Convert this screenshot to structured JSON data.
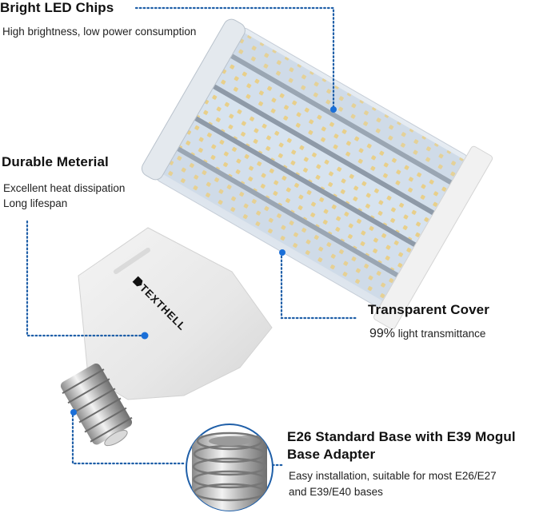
{
  "brand": "TEXTHELL",
  "accent_color": "#1a6fd8",
  "line_color": "#1f5fa8",
  "features": [
    {
      "id": "bright-led-chips",
      "title": "Bright LED Chips",
      "lines": [
        "High brightness, low power consumption"
      ]
    },
    {
      "id": "durable-material",
      "title": "Durable Meterial",
      "lines": [
        "Excellent heat dissipation",
        "Long lifespan"
      ]
    },
    {
      "id": "transparent-cover",
      "title": "Transparent Cover",
      "value": "99%",
      "lines": [
        "light transmittance"
      ]
    },
    {
      "id": "base-adapter",
      "title_lines": [
        "E26 Standard Base with E39 Mogul",
        "Base Adapter"
      ],
      "lines": [
        "Easy installation, suitable for most E26/E27",
        "and E39/E40 bases"
      ]
    }
  ]
}
